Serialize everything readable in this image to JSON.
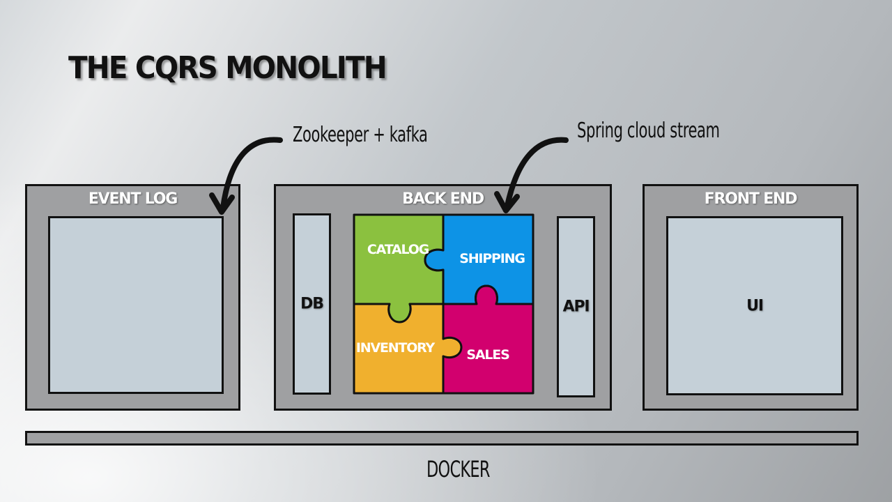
{
  "title": "THE CQRS MONOLITH",
  "annotations": {
    "event_log_note": "Zookeeper + kafka",
    "back_end_note": "Spring cloud stream"
  },
  "panels": {
    "event_log": {
      "title": "EVENT LOG"
    },
    "back_end": {
      "title": "BACK END",
      "db_label": "DB",
      "api_label": "API",
      "modules": [
        {
          "label": "CATALOG",
          "color": "#8bc13f"
        },
        {
          "label": "SHIPPING",
          "color": "#0d93e6"
        },
        {
          "label": "INVENTORY",
          "color": "#f0b02e"
        },
        {
          "label": "SALES",
          "color": "#d2006e"
        }
      ]
    },
    "front_end": {
      "title": "FRONT END",
      "ui_label": "UI"
    }
  },
  "footer": {
    "docker_label": "DOCKER"
  },
  "colors": {
    "panel": "#9fa0a2",
    "inner": "#c5d0d8",
    "outline": "#111111"
  }
}
